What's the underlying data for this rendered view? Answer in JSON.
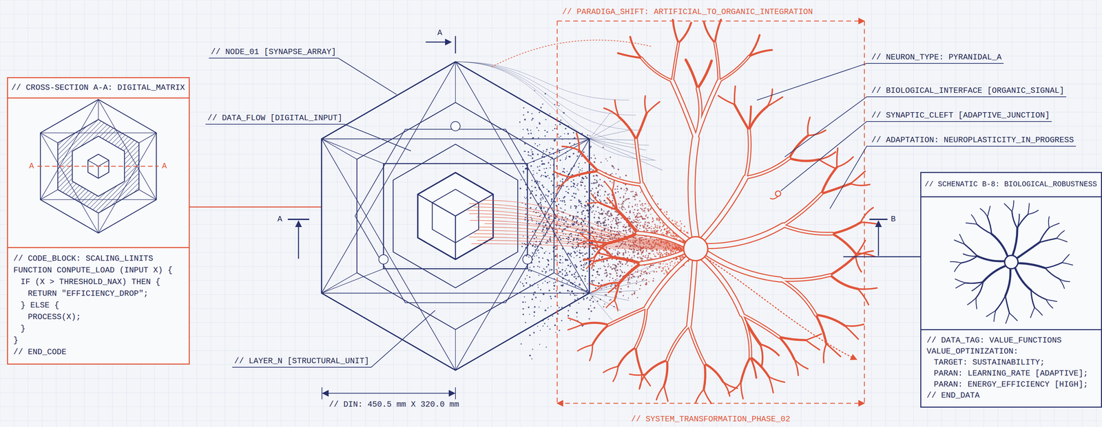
{
  "diagram": {
    "nodes": [
      {
        "text": [
          "// CROSS-SECTION A-A: DIGITAL_MATRIX"
        ]
      },
      {
        "text": [
          "// CODE_BLOCK: SCALING_LINITS",
          "FUNCTION CONPUTE_LOAD (INPUT X) {",
          "IF (X > THRESHOLD_NAX) THEN {",
          "RETURN \"EFFICIENCY_DROP\";",
          "} ELSE {",
          "PROCESS(X);",
          "}",
          "}",
          "// END_CODE"
        ],
        "in": 0
      },
      {
        "text": [
          "// SCHENATIC B-8: BIOLOGICAL_ROBUSTNESS"
        ]
      },
      {
        "text": [
          "// DATA_TAG: VALUE_FUNCTIONS",
          "VALUE_OPTINIZATION:",
          "TARGET: SUSTAINABILITY;",
          "PARAN: LEARNING_RATE [ADAPTIVE];",
          "PARAN: ENERGY_EFFICIENCY [HIGH];",
          "// END_DATA"
        ],
        "in": 2
      }
    ],
    "labels": [
      "A",
      "A",
      "// NODE_01 [SYNAPSE_ARRAY]",
      "A",
      "// DATA_FLOW [DIGITAL_INPUT]",
      "A",
      "// LAYER_N [STRUCTURAL_UNIT]",
      "// DIN: 450.5 mm X 320.0 mm",
      "// PARADIGA_SHIFT: ARTIFICIAL_TO_ORGANIC_INTEGRATION",
      "// NEURON_TYPE: PYRANIDAL_A",
      "// BIOLOGICAL_INTERFACE [ORGANIC_SIGNAL]",
      "// SYNAPTIC_CLEFT [ADAPTIVE_JUNCTION]",
      "// ADAPTATION: NEUROPLASTICITY_IN_PROGRESS",
      "B",
      "// SYSTEM_TRANSFORMATION_PHASE_02"
    ]
  }
}
